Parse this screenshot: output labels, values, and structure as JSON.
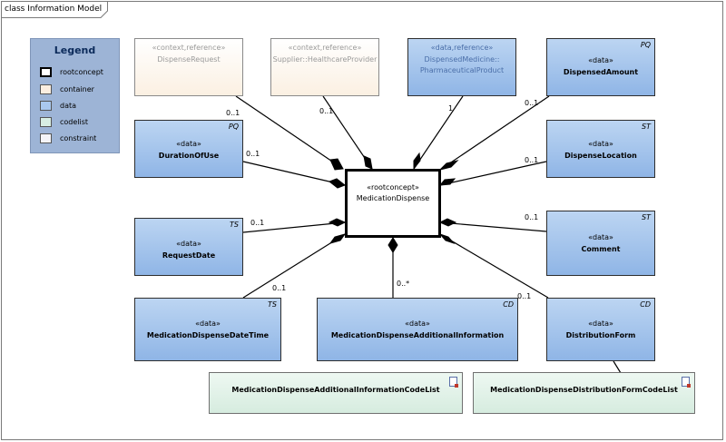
{
  "frame": {
    "title": "class Information Model"
  },
  "legend": {
    "title": "Legend",
    "items": [
      {
        "label": "rootconcept",
        "color": "#ffffff"
      },
      {
        "label": "container",
        "color": "#fbeee0"
      },
      {
        "label": "data",
        "color": "#a9c8ee"
      },
      {
        "label": "codelist",
        "color": "#d8eee3"
      },
      {
        "label": "constraint",
        "color": "#f4f4f8"
      }
    ]
  },
  "nodes": {
    "dispense_request": {
      "stereotype": "«context,reference»",
      "name": "DispenseRequest"
    },
    "supplier": {
      "stereotype": "«context,reference»",
      "name": "Supplier::HealthcareProvider"
    },
    "dispensed_medicine": {
      "stereotype": "«data,reference»",
      "name": "DispensedMedicine::",
      "name2": "PharmaceuticalProduct"
    },
    "dispensed_amount": {
      "stereotype": "«data»",
      "name": "DispensedAmount",
      "tag": "PQ"
    },
    "duration_of_use": {
      "stereotype": "«data»",
      "name": "DurationOfUse",
      "tag": "PQ"
    },
    "root": {
      "stereotype": "«rootconcept»",
      "name": "MedicationDispense"
    },
    "dispense_location": {
      "stereotype": "«data»",
      "name": "DispenseLocation",
      "tag": "ST"
    },
    "request_date": {
      "stereotype": "«data»",
      "name": "RequestDate",
      "tag": "TS"
    },
    "comment": {
      "stereotype": "«data»",
      "name": "Comment",
      "tag": "ST"
    },
    "dispense_datetime": {
      "stereotype": "«data»",
      "name": "MedicationDispenseDateTime",
      "tag": "TS"
    },
    "additional_info": {
      "stereotype": "«data»",
      "name": "MedicationDispenseAdditionalInformation",
      "tag": "CD"
    },
    "distribution_form": {
      "stereotype": "«data»",
      "name": "DistributionForm",
      "tag": "CD"
    },
    "additional_info_codelist": {
      "name": "MedicationDispenseAdditionalInformationCodeList"
    },
    "distribution_form_codelist": {
      "name": "MedicationDispenseDistributionFormCodeList"
    }
  },
  "multiplicities": {
    "dispense_request": "0..1",
    "supplier": "0..1",
    "dispensed_medicine": "1",
    "dispensed_amount": "0..1",
    "duration_of_use": "0..1",
    "dispense_location": "0..1",
    "request_date": "0..1",
    "comment": "0..1",
    "dispense_datetime": "0..1",
    "additional_info": "0..*",
    "distribution_form": "0..1"
  }
}
